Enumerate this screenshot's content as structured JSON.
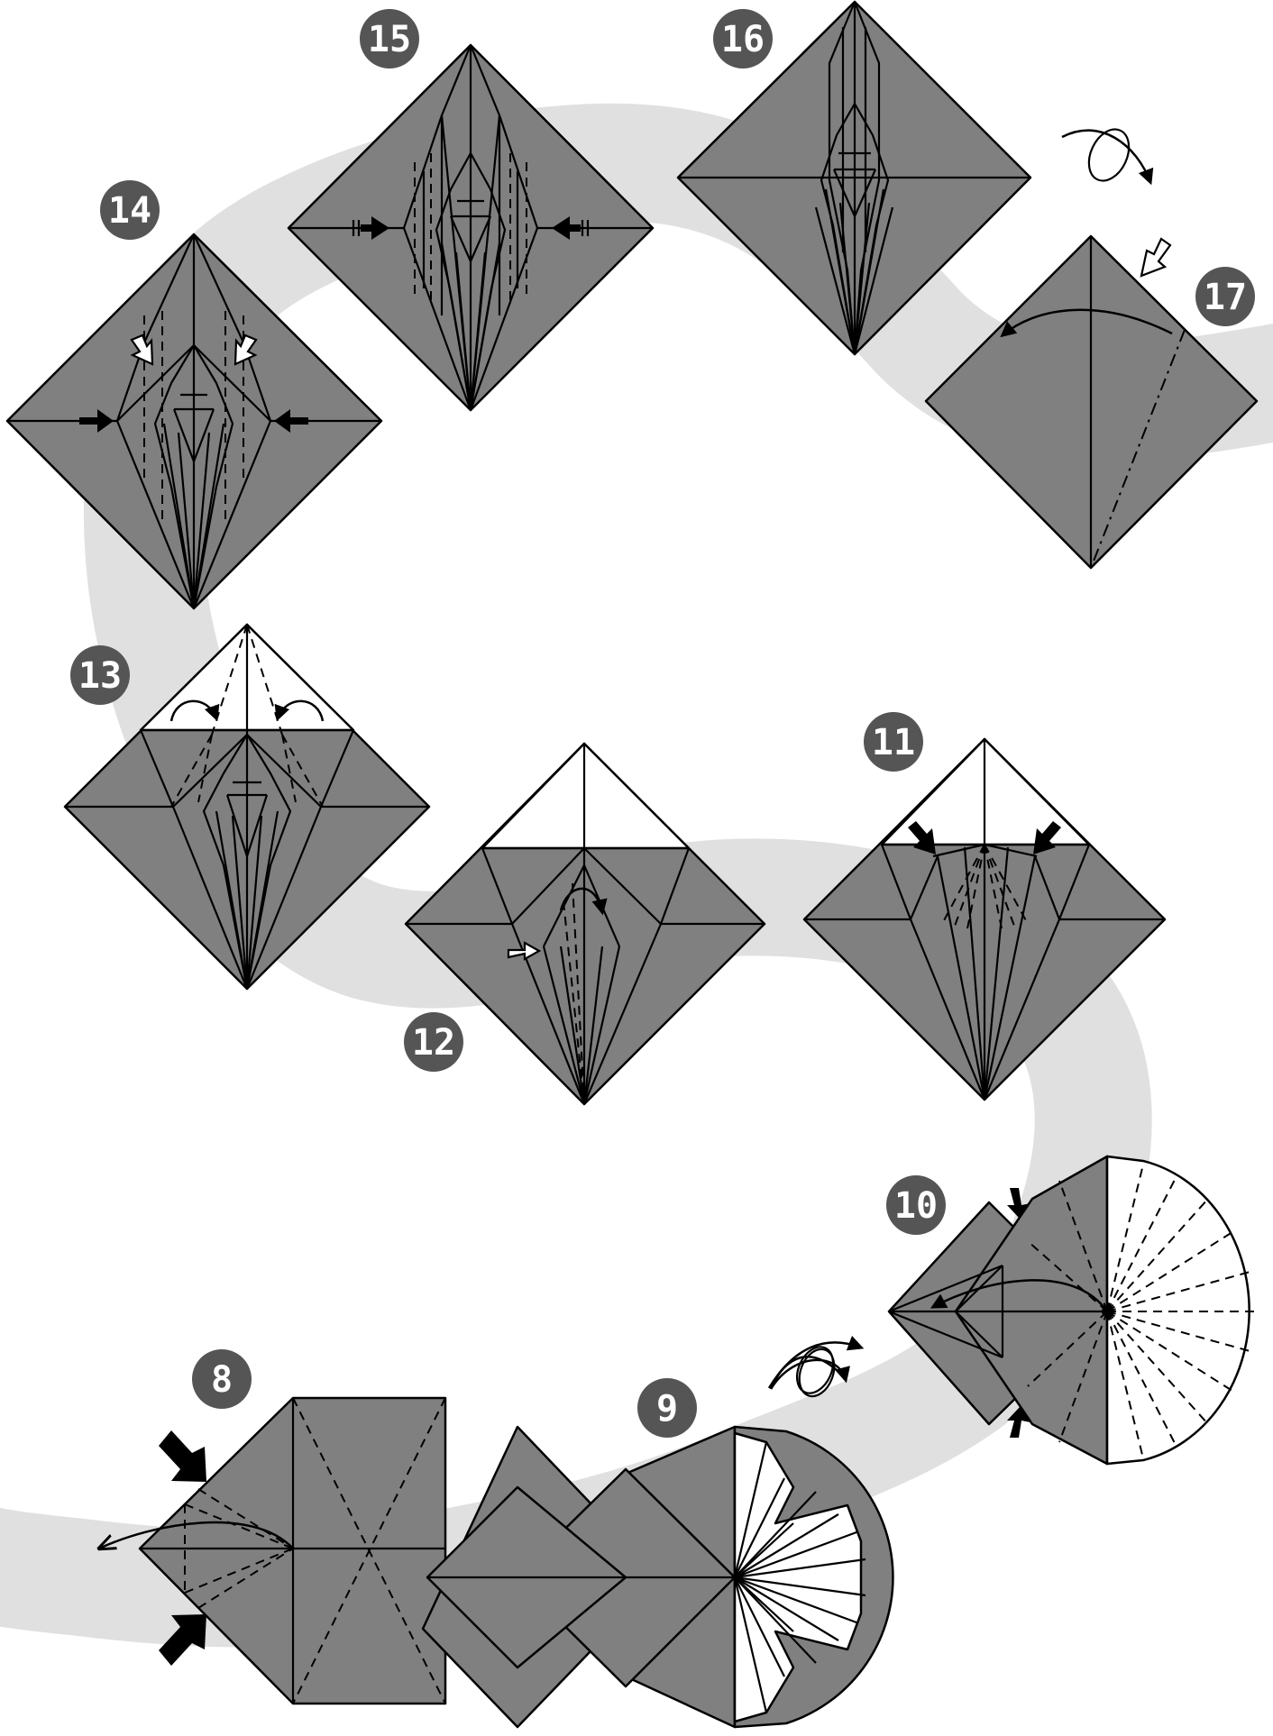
{
  "steps": [
    {
      "id": "step-8",
      "label": "8"
    },
    {
      "id": "step-9",
      "label": "9"
    },
    {
      "id": "step-10",
      "label": "10"
    },
    {
      "id": "step-11",
      "label": "11"
    },
    {
      "id": "step-12",
      "label": "12"
    },
    {
      "id": "step-13",
      "label": "13"
    },
    {
      "id": "step-14",
      "label": "14"
    },
    {
      "id": "step-15",
      "label": "15"
    },
    {
      "id": "step-16",
      "label": "16"
    },
    {
      "id": "step-17",
      "label": "17"
    }
  ],
  "colors": {
    "paper": "#808080",
    "path": "#e0e0e0",
    "badge": "#555555",
    "line": "#000000"
  }
}
